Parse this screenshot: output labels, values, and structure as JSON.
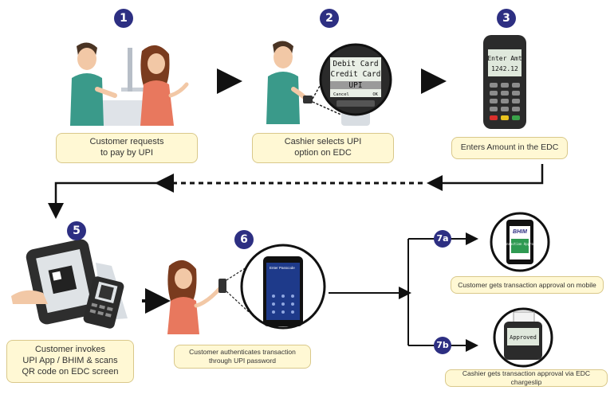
{
  "steps": [
    {
      "badge": "1",
      "label": "Customer requests\nto pay by UPI"
    },
    {
      "badge": "2",
      "label": "Cashier selects UPI\noption on EDC"
    },
    {
      "badge": "3",
      "label": "Enters Amount in the EDC"
    },
    {
      "badge": "5",
      "label": "Customer invokes\nUPI App / BHIM & scans\nQR code on EDC screen"
    },
    {
      "badge": "6",
      "label": "Customer authenticates transaction\nthrough UPI password"
    },
    {
      "badge": "7a",
      "label": "Customer gets transaction approval on mobile"
    },
    {
      "badge": "7b",
      "label": "Cashier gets transaction approval via EDC chargeslip"
    }
  ],
  "edc_menu": {
    "line1": "Debit Card",
    "line2": "Credit Card",
    "line3": "UPI",
    "left_key": "Cancel",
    "right_key": "OK"
  },
  "edc_amount": {
    "line1": "Enter Amt",
    "line2": "1242.12"
  },
  "phone_header": "Enter Passcode",
  "mobile_brand": "BHIM",
  "mobile_status": "Transaction Approved",
  "chargeslip_status": "Approved",
  "colors": {
    "badge": "#2d2f82",
    "box_fill": "#fff8d4",
    "box_border": "#d9c88a",
    "arrow": "#111111"
  }
}
